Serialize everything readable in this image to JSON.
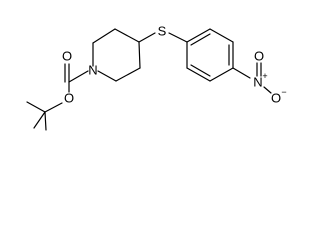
{
  "atoms": {
    "sulfur": "S",
    "piperidine_nitrogen": "N",
    "carbonyl_oxygen": "O",
    "ester_oxygen": "O",
    "nitro_nitrogen": "N",
    "nitro_nitrogen_charge": "+",
    "nitro_oxygen_double": "O",
    "nitro_oxygen_single": "O",
    "nitro_oxygen_charge": "−"
  },
  "colors": {
    "bond": "#000000",
    "label": "#000000",
    "background": "#ffffff"
  }
}
